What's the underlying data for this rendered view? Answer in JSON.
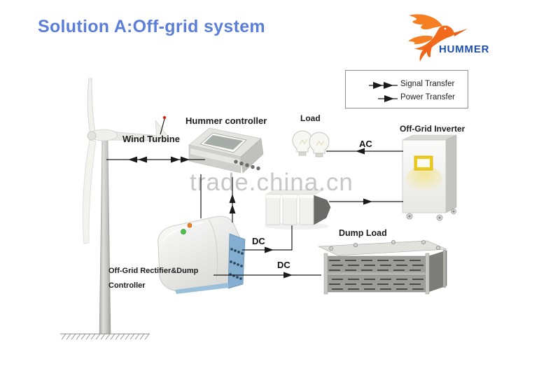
{
  "header": {
    "title": "Solution A:Off-grid system",
    "title_color": "#5b7ed8",
    "logo": {
      "brand": "HUMMER",
      "brand_color": "#1c4fb3",
      "bird_color": "#f26a1c",
      "bird_icon": "hummingbird-icon"
    }
  },
  "legend": {
    "items": [
      {
        "id": "signal",
        "label": "Signal Transfer",
        "arrow_style": "double-arrowhead"
      },
      {
        "id": "power",
        "label": "Power Transfer",
        "arrow_style": "single-arrowhead"
      }
    ]
  },
  "diagram": {
    "nodes": {
      "wind_turbine": {
        "label": "Wind Turbine"
      },
      "controller": {
        "label": "Hummer controller"
      },
      "load": {
        "label": "Load"
      },
      "inverter": {
        "label": "Off-Grid Inverter"
      },
      "battery_bank": {
        "label": ""
      },
      "dump_load": {
        "label": "Dump Load"
      },
      "rectifier": {
        "label_line1": "Off-Grid Rectifier&Dump",
        "label_line2": "Controller"
      }
    },
    "connections": [
      {
        "from": "Wind Turbine",
        "to": "Hummer controller",
        "type": "signal",
        "bidirectional": true,
        "label": ""
      },
      {
        "from": "Hummer controller",
        "to": "Off-Grid Rectifier&Dump Controller",
        "type": "power",
        "label": ""
      },
      {
        "from": "Off-Grid Rectifier&Dump Controller",
        "to": "Hummer controller",
        "type": "signal",
        "label": ""
      },
      {
        "from": "Off-Grid Rectifier&Dump Controller",
        "to": "Battery bank",
        "type": "power",
        "label": "DC"
      },
      {
        "from": "Off-Grid Rectifier&Dump Controller",
        "to": "Dump Load",
        "type": "power",
        "label": "DC"
      },
      {
        "from": "Battery bank",
        "to": "Off-Grid Inverter",
        "type": "power",
        "label": ""
      },
      {
        "from": "Off-Grid Inverter",
        "to": "Load",
        "type": "power",
        "label": "AC"
      }
    ],
    "edge_labels": {
      "ac": "AC",
      "dc_to_battery": "DC",
      "dc_to_dump_load": "DC"
    }
  },
  "watermark": {
    "text": "trade.china.cn"
  },
  "colors": {
    "line": "#1a1a1a",
    "inverter_screen_yellow": "#eccb1a",
    "rectifier_side_blue": "#84aed0",
    "led_green": "#4cc24c",
    "led_orange": "#ef8020"
  }
}
